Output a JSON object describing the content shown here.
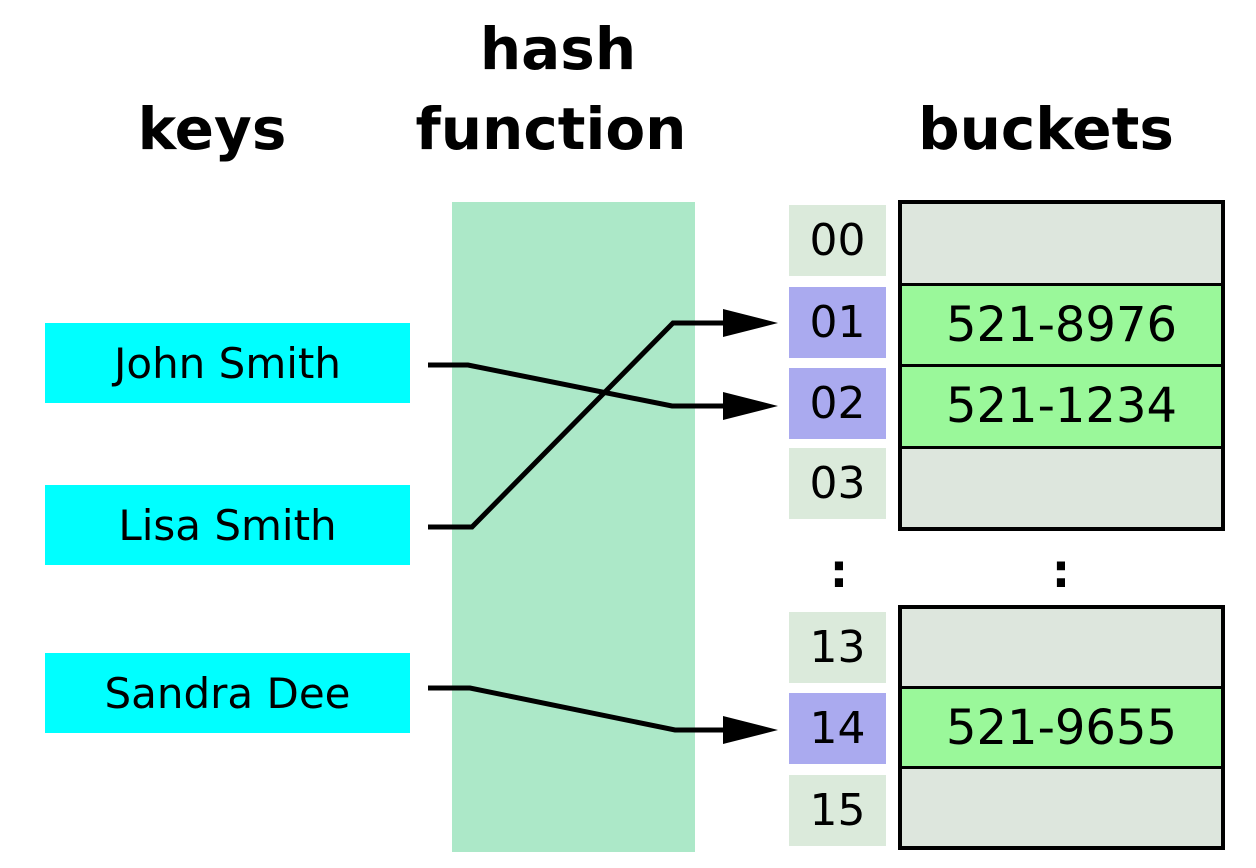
{
  "headers": {
    "keys": "keys",
    "hash_function_line1": "hash",
    "hash_function_line2": "function",
    "buckets": "buckets"
  },
  "keys": [
    {
      "label": "John Smith"
    },
    {
      "label": "Lisa Smith"
    },
    {
      "label": "Sandra Dee"
    }
  ],
  "index_column": {
    "cells": [
      {
        "label": "00",
        "highlighted": false
      },
      {
        "label": "01",
        "highlighted": true
      },
      {
        "label": "02",
        "highlighted": true
      },
      {
        "label": "03",
        "highlighted": false
      },
      {
        "label": "13",
        "highlighted": false
      },
      {
        "label": "14",
        "highlighted": true
      },
      {
        "label": "15",
        "highlighted": false
      }
    ],
    "ellipsis": ":"
  },
  "buckets": {
    "upper_rows": [
      "",
      "521-8976",
      "521-1234",
      ""
    ],
    "lower_rows": [
      "",
      "521-9655",
      ""
    ],
    "ellipsis": ":"
  },
  "mappings": [
    {
      "key": "John Smith",
      "bucket": "02",
      "value": "521-1234"
    },
    {
      "key": "Lisa Smith",
      "bucket": "01",
      "value": "521-8976"
    },
    {
      "key": "Sandra Dee",
      "bucket": "14",
      "value": "521-9655"
    }
  ],
  "colors": {
    "key_bg": "#00ffff",
    "band": "#ace8c8",
    "index_bg": "#dbeadb",
    "index_hit_bg": "#aaaaef",
    "bucket_empty_bg": "#dde6dd",
    "bucket_filled_bg": "#9af89a",
    "ink": "#000000"
  }
}
